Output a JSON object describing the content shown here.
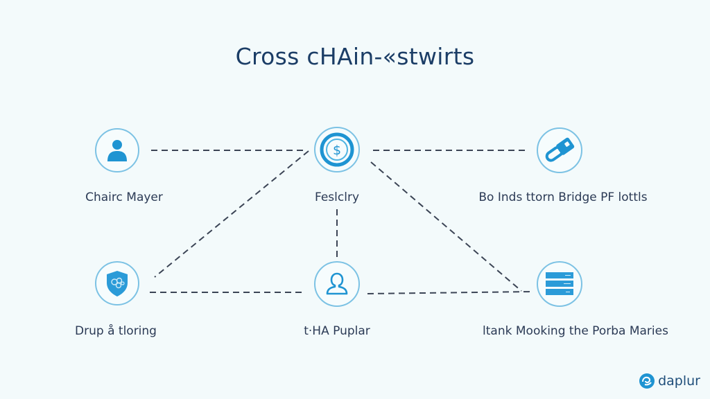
{
  "title": "Cross cHAin-«stwirts",
  "colors": {
    "accent": "#1f94d2",
    "ring": "#7cc2e4",
    "text": "#2b3a55",
    "title": "#1b3d66",
    "line": "#3b4455",
    "background": "#f3fafb"
  },
  "nodes": [
    {
      "id": "user",
      "label": "Chairc Mayer",
      "icon": "user-filled-icon"
    },
    {
      "id": "finance",
      "label": "Feslclry",
      "icon": "dollar-coin-icon"
    },
    {
      "id": "bridge",
      "label": "Bo Inds ttorn Bridge PF lottls",
      "icon": "bridge-link-icon"
    },
    {
      "id": "security",
      "label": "Drup å tloring",
      "icon": "shield-icon"
    },
    {
      "id": "user2",
      "label": "t·HA Puplar",
      "icon": "user-outline-icon"
    },
    {
      "id": "storage",
      "label": "ltank Mooking the Porba Maries",
      "icon": "server-stack-icon"
    }
  ],
  "edges": [
    {
      "from": "user",
      "to": "finance"
    },
    {
      "from": "finance",
      "to": "bridge"
    },
    {
      "from": "finance",
      "to": "security"
    },
    {
      "from": "finance",
      "to": "user2"
    },
    {
      "from": "finance",
      "to": "storage"
    },
    {
      "from": "security",
      "to": "user2"
    },
    {
      "from": "user2",
      "to": "storage"
    }
  ],
  "logo": {
    "text": "daplur",
    "icon": "daplur-logo-icon"
  }
}
